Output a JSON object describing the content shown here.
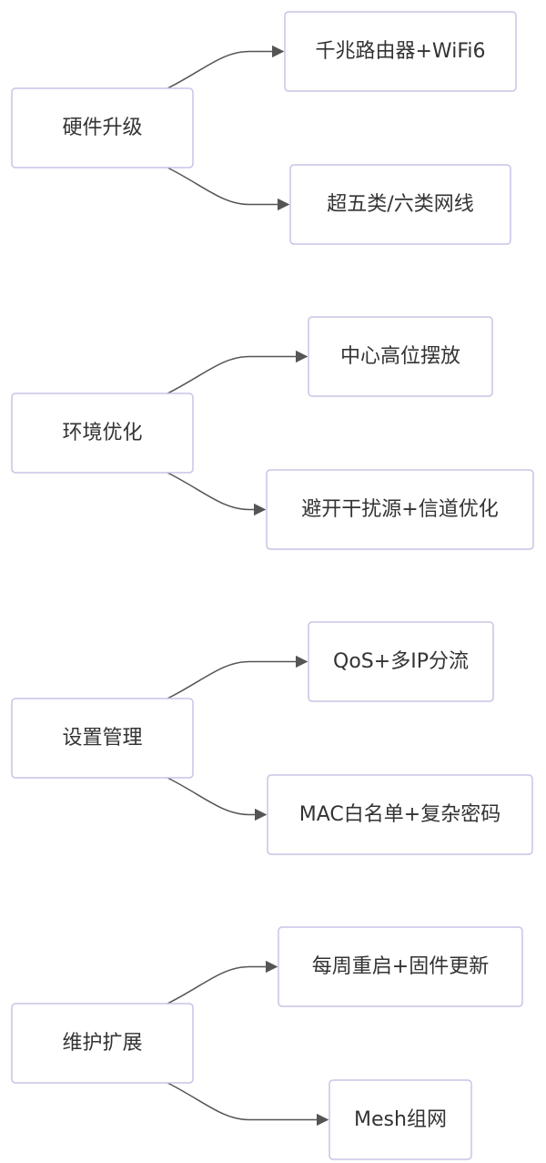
{
  "diagram": {
    "type": "flowchart",
    "direction": "left-to-right",
    "groups": [
      {
        "parent": {
          "id": "hardware",
          "label": "硬件升级"
        },
        "children": [
          {
            "id": "router",
            "label": "千兆路由器+WiFi6"
          },
          {
            "id": "cable",
            "label": "超五类/六类网线"
          }
        ]
      },
      {
        "parent": {
          "id": "environment",
          "label": "环境优化"
        },
        "children": [
          {
            "id": "placement",
            "label": "中心高位摆放"
          },
          {
            "id": "interference",
            "label": "避开干扰源+信道优化"
          }
        ]
      },
      {
        "parent": {
          "id": "settings",
          "label": "设置管理"
        },
        "children": [
          {
            "id": "qos",
            "label": "QoS+多IP分流"
          },
          {
            "id": "mac",
            "label": "MAC白名单+复杂密码"
          }
        ]
      },
      {
        "parent": {
          "id": "maintenance",
          "label": "维护扩展"
        },
        "children": [
          {
            "id": "reboot",
            "label": "每周重启+固件更新"
          },
          {
            "id": "mesh",
            "label": "Mesh组网"
          }
        ]
      }
    ],
    "colors": {
      "node_fill": "#ffffff",
      "node_border": "#c9c3e6",
      "edge": "#555555",
      "text": "#333333"
    }
  }
}
